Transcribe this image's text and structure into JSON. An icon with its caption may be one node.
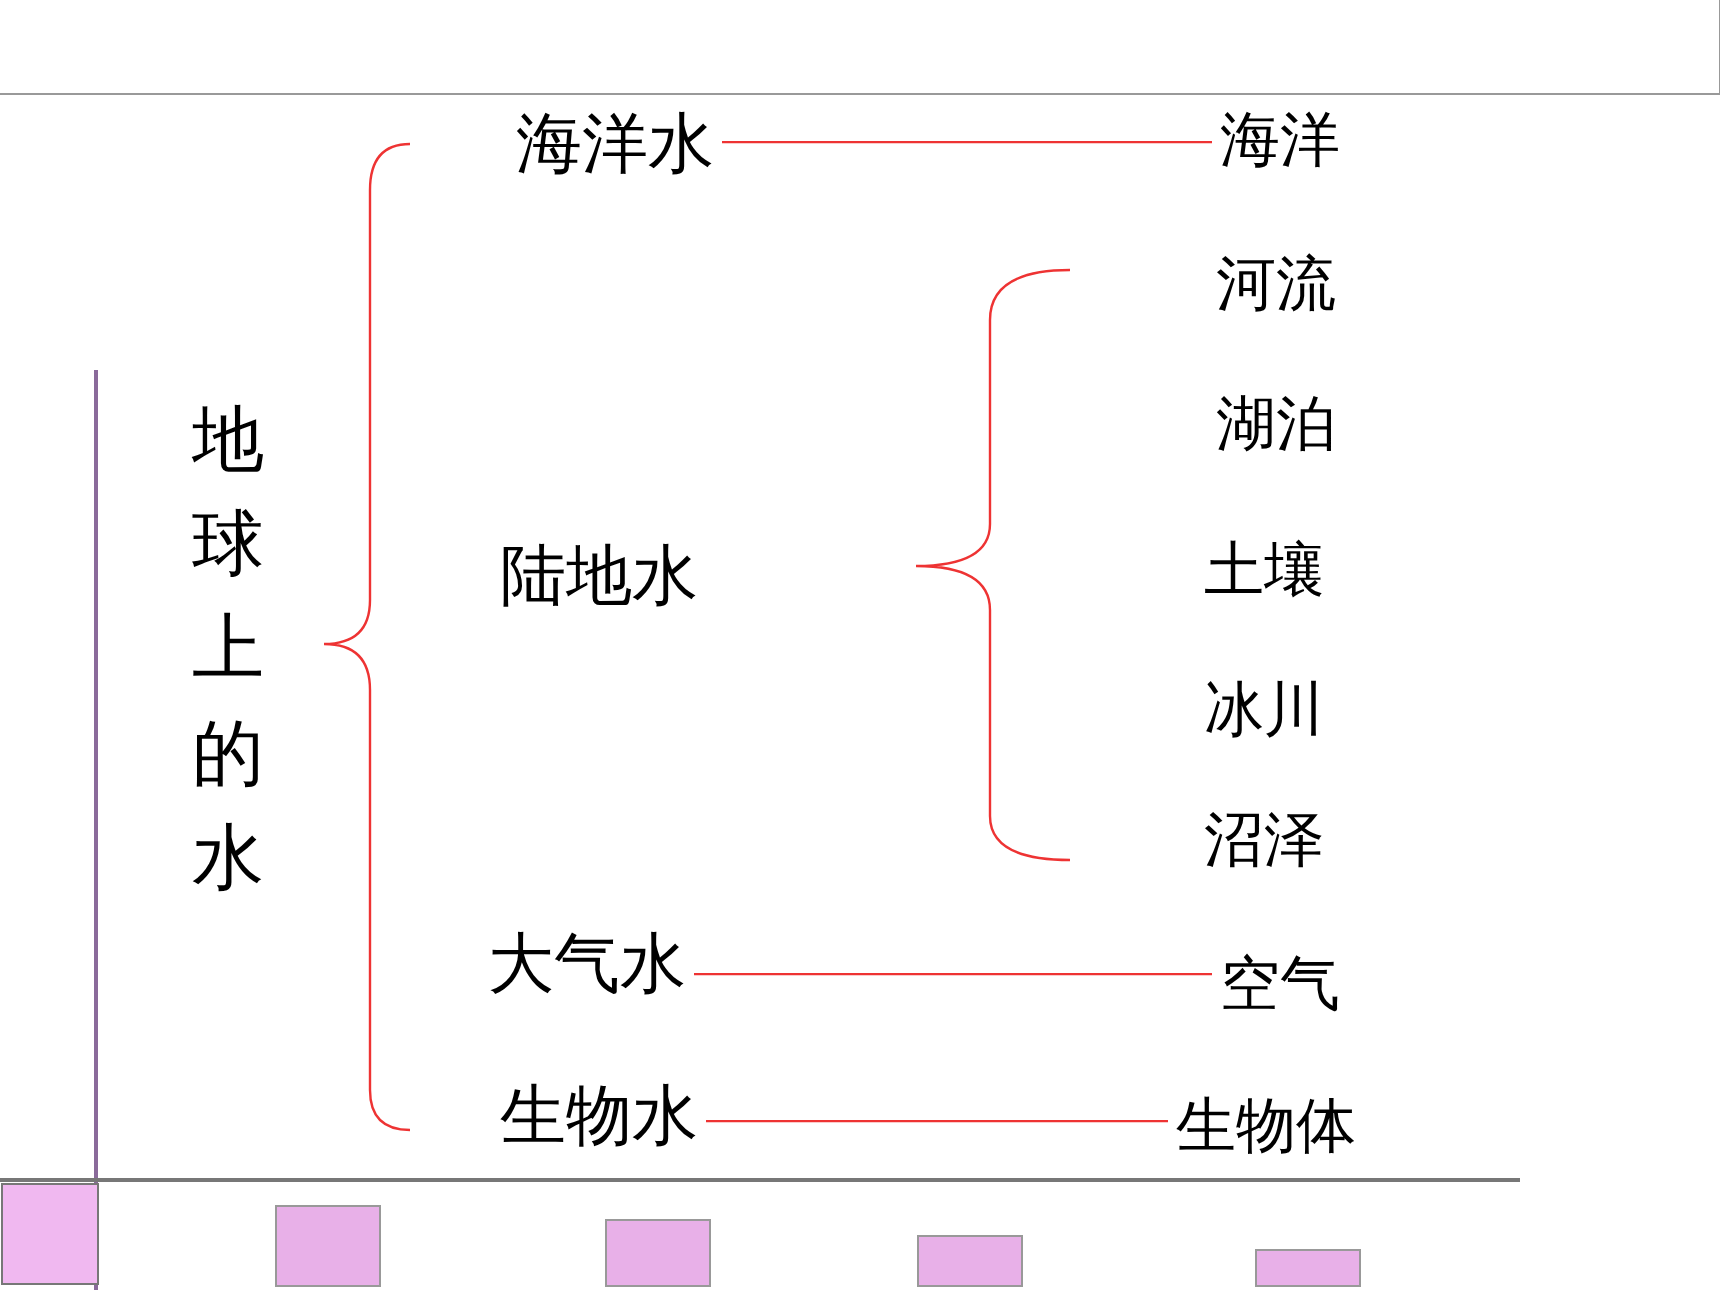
{
  "diagram": {
    "nodes": [
      {
        "text": [
          "地球上的水"
        ]
      },
      {
        "text": [
          "海洋水"
        ]
      },
      {
        "text": [
          "陆地水"
        ]
      },
      {
        "text": [
          "大气水"
        ]
      },
      {
        "text": [
          "生物水"
        ]
      },
      {
        "text": [
          "海洋"
        ]
      },
      {
        "text": [
          "河流"
        ]
      },
      {
        "text": [
          "湖泊"
        ]
      },
      {
        "text": [
          "土壤"
        ]
      },
      {
        "text": [
          "冰川"
        ]
      },
      {
        "text": [
          "沼泽"
        ]
      },
      {
        "text": [
          "空气"
        ]
      },
      {
        "text": [
          "生物体"
        ]
      }
    ],
    "edges": [
      {
        "from": 1,
        "to": 5,
        "arrow": "none"
      },
      {
        "from": 3,
        "to": 11,
        "arrow": "none"
      },
      {
        "from": 4,
        "to": 12,
        "arrow": "none"
      }
    ]
  }
}
